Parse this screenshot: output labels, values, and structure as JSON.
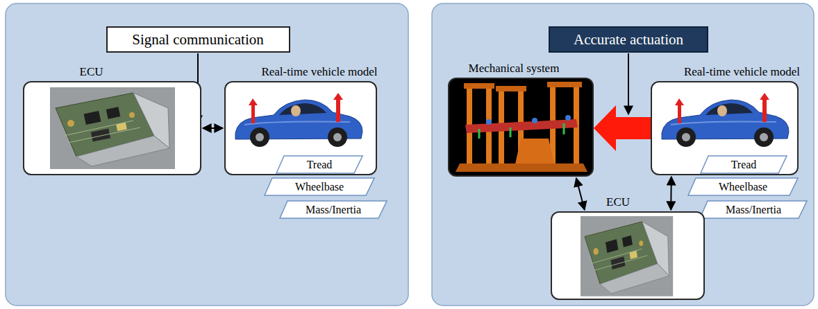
{
  "diagram": {
    "nodes": [
      {
        "text": [
          "Signal communication"
        ]
      },
      {
        "text": [
          "ECU"
        ]
      },
      {
        "text": [
          "Real-time vehicle model"
        ]
      },
      {
        "text": [
          "Tread"
        ]
      },
      {
        "text": [
          "Wheelbase"
        ]
      },
      {
        "text": [
          "Mass/Inertia"
        ]
      },
      {
        "text": [
          "Accurate actuation"
        ]
      },
      {
        "text": [
          "Mechanical system"
        ]
      },
      {
        "text": [
          "Real-time vehicle model"
        ]
      },
      {
        "text": [
          "Tread"
        ]
      },
      {
        "text": [
          "Wheelbase"
        ]
      },
      {
        "text": [
          "Mass/Inertia"
        ]
      },
      {
        "text": [
          "ECU"
        ]
      }
    ],
    "edges": [
      {
        "from": 1,
        "to": 2,
        "arrow": "both"
      },
      {
        "from": 8,
        "to": 7,
        "arrow": "to"
      },
      {
        "from": 7,
        "to": 12,
        "arrow": "both"
      },
      {
        "from": 8,
        "to": 12,
        "arrow": "both"
      }
    ]
  }
}
